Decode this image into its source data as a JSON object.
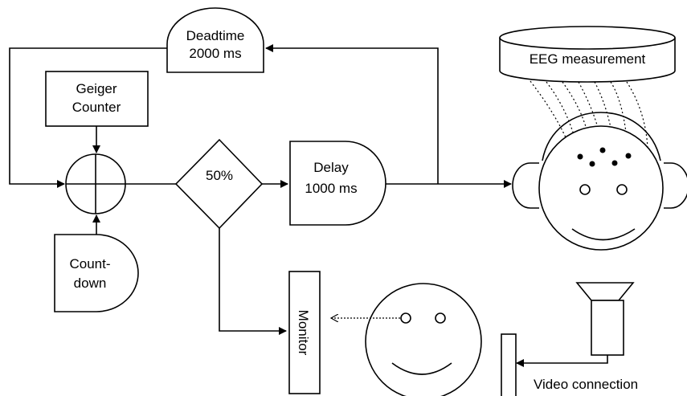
{
  "labels": {
    "deadtime_line1": "Deadtime",
    "deadtime_line2": "2000 ms",
    "geiger_line1": "Geiger",
    "geiger_line2": "Counter",
    "countdown_line1": "Count-",
    "countdown_line2": "down",
    "decision": "50%",
    "delay_line1": "Delay",
    "delay_line2": "1000 ms",
    "eeg": "EEG measurement",
    "monitor": "Monitor",
    "video": "Video connection"
  }
}
